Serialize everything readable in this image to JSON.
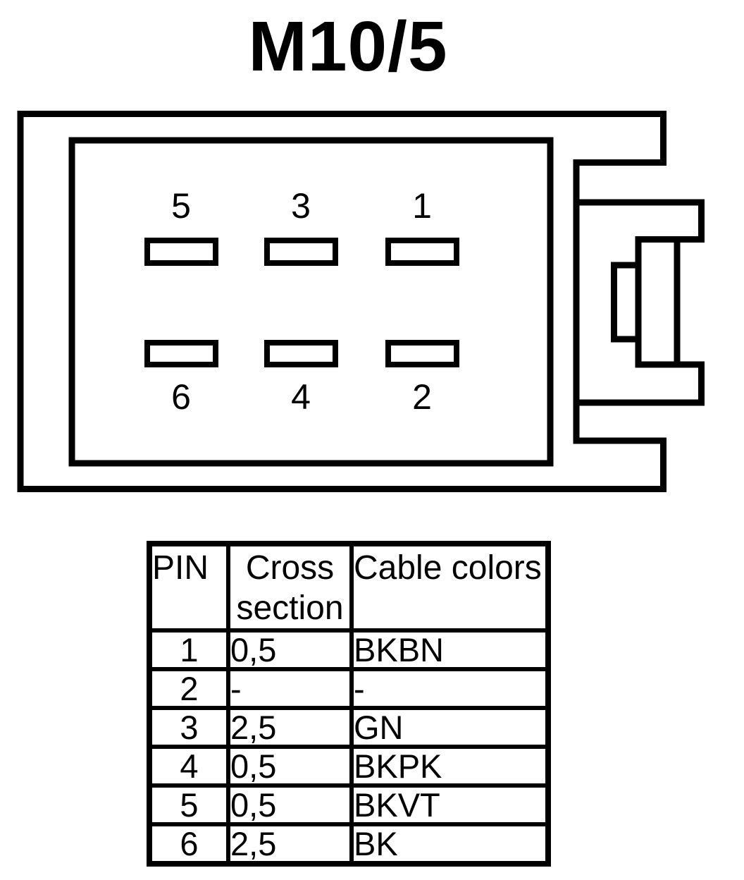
{
  "title": "M10/5",
  "colors": {
    "line": "#000000",
    "background": "#ffffff"
  },
  "connector": {
    "top_row_labels": [
      "5",
      "3",
      "1"
    ],
    "bottom_row_labels": [
      "6",
      "4",
      "2"
    ]
  },
  "table": {
    "headers": {
      "pin": "PIN",
      "cross_section": "Cross section",
      "cable_colors": "Cable colors"
    },
    "rows": [
      {
        "pin": "1",
        "cross_section": "0,5",
        "cable_color": "BKBN"
      },
      {
        "pin": "2",
        "cross_section": "-",
        "cable_color": "-"
      },
      {
        "pin": "3",
        "cross_section": "2,5",
        "cable_color": "GN"
      },
      {
        "pin": "4",
        "cross_section": "0,5",
        "cable_color": "BKPK"
      },
      {
        "pin": "5",
        "cross_section": "0,5",
        "cable_color": "BKVT"
      },
      {
        "pin": "6",
        "cross_section": "2,5",
        "cable_color": "BK"
      }
    ]
  }
}
